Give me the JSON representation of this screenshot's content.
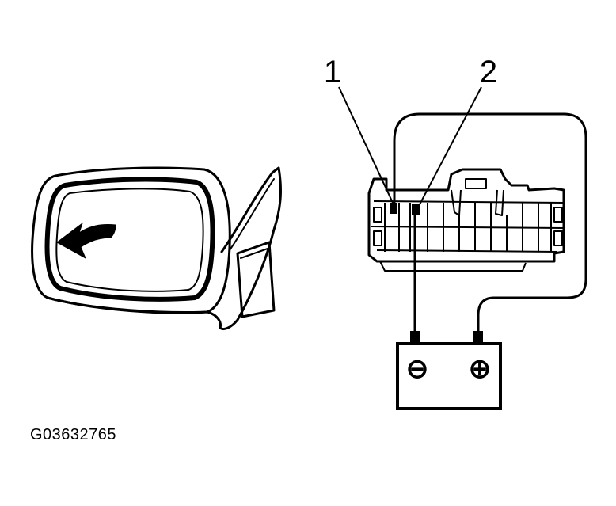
{
  "figure": {
    "code": "G03632765",
    "callouts": {
      "one": "1",
      "two": "2"
    },
    "battery": {
      "negative_symbol": "⊖",
      "positive_symbol": "⊕"
    }
  },
  "colors": {
    "line": "#000000",
    "background": "#ffffff"
  }
}
